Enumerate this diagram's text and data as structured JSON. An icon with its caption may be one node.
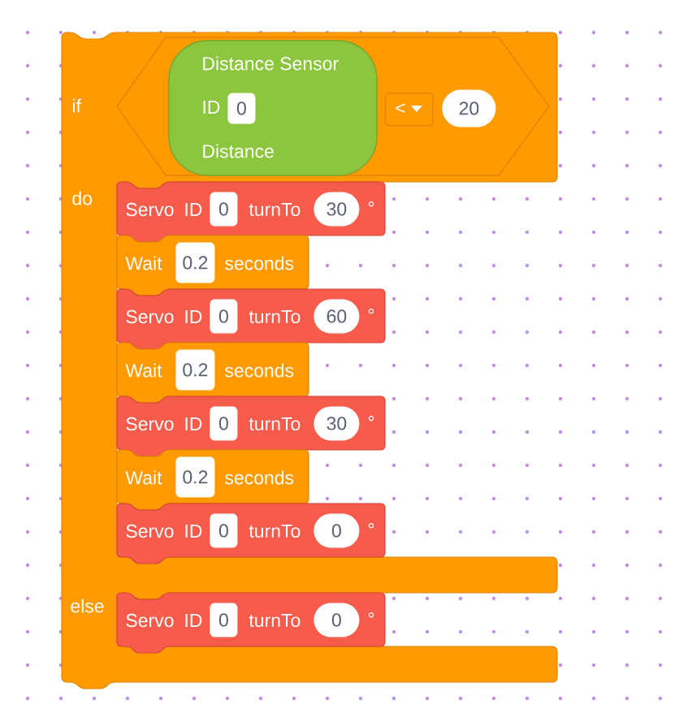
{
  "diagram": {
    "nodes": [
      {
        "text": [
          "if",
          "do",
          "else"
        ]
      },
      {
        "text": [],
        "shape": "hexagon",
        "in": 0
      },
      {
        "text": [
          "Distance Sensor",
          "ID",
          "Distance"
        ],
        "in": 1
      },
      {
        "text": [
          "0"
        ],
        "in": 2
      },
      {
        "text": [
          "<"
        ],
        "in": 1
      },
      {
        "text": [
          "20"
        ],
        "in": 1
      },
      {
        "text": [
          "Servo",
          "ID",
          "turnTo",
          "°"
        ],
        "in": 0
      },
      {
        "text": [
          "0"
        ],
        "in": 6
      },
      {
        "text": [
          "30"
        ],
        "in": 6
      },
      {
        "text": [
          "Wait",
          "seconds"
        ],
        "in": 0
      },
      {
        "text": [
          "0.2"
        ],
        "in": 9
      },
      {
        "text": [
          "Servo",
          "ID",
          "turnTo",
          "°"
        ],
        "in": 0
      },
      {
        "text": [
          "0"
        ],
        "in": 11
      },
      {
        "text": [
          "60"
        ],
        "in": 11
      },
      {
        "text": [
          "Wait",
          "seconds"
        ],
        "in": 0
      },
      {
        "text": [
          "0.2"
        ],
        "in": 14
      },
      {
        "text": [
          "Servo",
          "ID",
          "turnTo",
          "°"
        ],
        "in": 0
      },
      {
        "text": [
          "0"
        ],
        "in": 16
      },
      {
        "text": [
          "30"
        ],
        "in": 16
      },
      {
        "text": [
          "Wait",
          "seconds"
        ],
        "in": 0
      },
      {
        "text": [
          "0.2"
        ],
        "in": 19
      },
      {
        "text": [
          "Servo",
          "ID",
          "turnTo",
          "°"
        ],
        "in": 0
      },
      {
        "text": [
          "0"
        ],
        "in": 21
      },
      {
        "text": [
          "0"
        ],
        "in": 21
      },
      {
        "text": [
          "Servo",
          "ID",
          "turnTo",
          "°"
        ],
        "in": 0
      },
      {
        "text": [
          "0"
        ],
        "in": 24
      },
      {
        "text": [
          "0"
        ],
        "in": 24
      }
    ]
  }
}
